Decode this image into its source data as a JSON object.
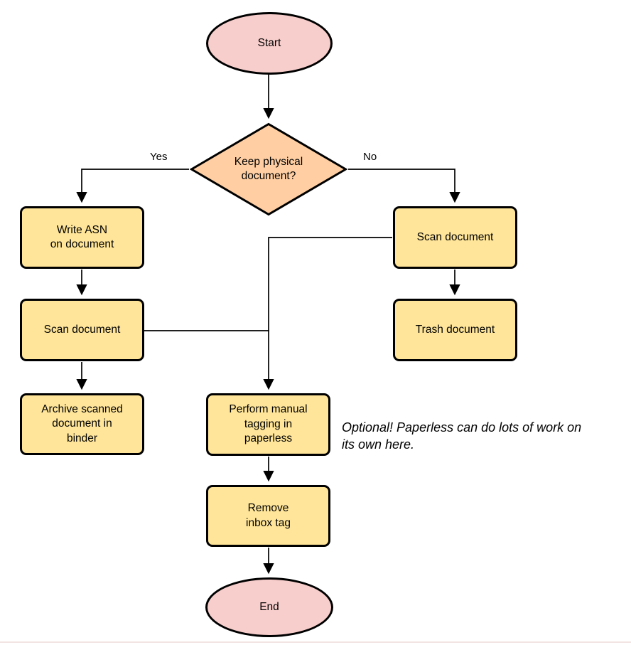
{
  "diagram": {
    "nodes": {
      "start": {
        "label": "Start",
        "shape": "terminal"
      },
      "decision": {
        "label": "Keep physical\ndocument?",
        "shape": "decision"
      },
      "write_asn": {
        "label": "Write ASN\non document",
        "shape": "process"
      },
      "scan_left": {
        "label": "Scan document",
        "shape": "process"
      },
      "archive": {
        "label": "Archive scanned\ndocument in\nbinder",
        "shape": "process"
      },
      "scan_right": {
        "label": "Scan document",
        "shape": "process"
      },
      "trash": {
        "label": "Trash document",
        "shape": "process"
      },
      "tagging": {
        "label": "Perform manual\ntagging in\npaperless",
        "shape": "process"
      },
      "remove_inbox": {
        "label": "Remove\ninbox tag",
        "shape": "process"
      },
      "end": {
        "label": "End",
        "shape": "terminal"
      }
    },
    "edge_labels": {
      "yes": "Yes",
      "no": "No"
    },
    "note": "Optional! Paperless can do lots of work on\nits own here.",
    "colors": {
      "terminal_fill": "#f8cecc",
      "decision_fill": "#ffcfa3",
      "process_fill": "#ffe599",
      "stroke": "#000000",
      "background": "#ffffff"
    }
  }
}
